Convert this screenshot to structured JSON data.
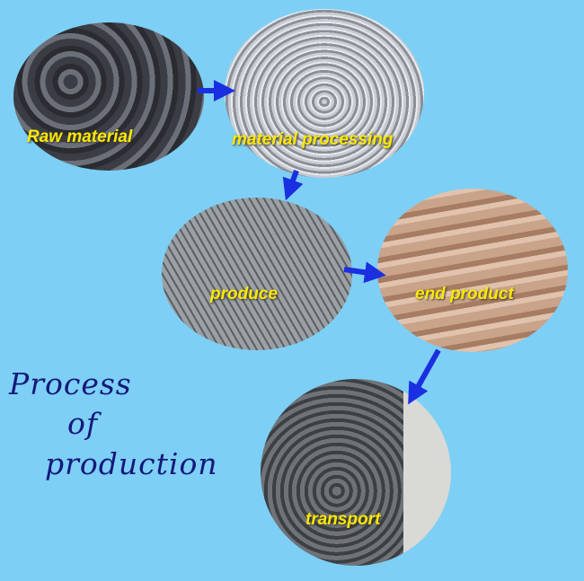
{
  "steps": [
    {
      "label": "Raw material"
    },
    {
      "label": "material processing"
    },
    {
      "label": "produce"
    },
    {
      "label": "end product"
    },
    {
      "label": "transport"
    }
  ],
  "title": {
    "line1": "Process",
    "line2": "of",
    "line3": "production"
  },
  "colors": {
    "background": "#7dcff5",
    "label": "#ffe800",
    "title": "#14187a",
    "arrow": "#1a2fe0"
  }
}
